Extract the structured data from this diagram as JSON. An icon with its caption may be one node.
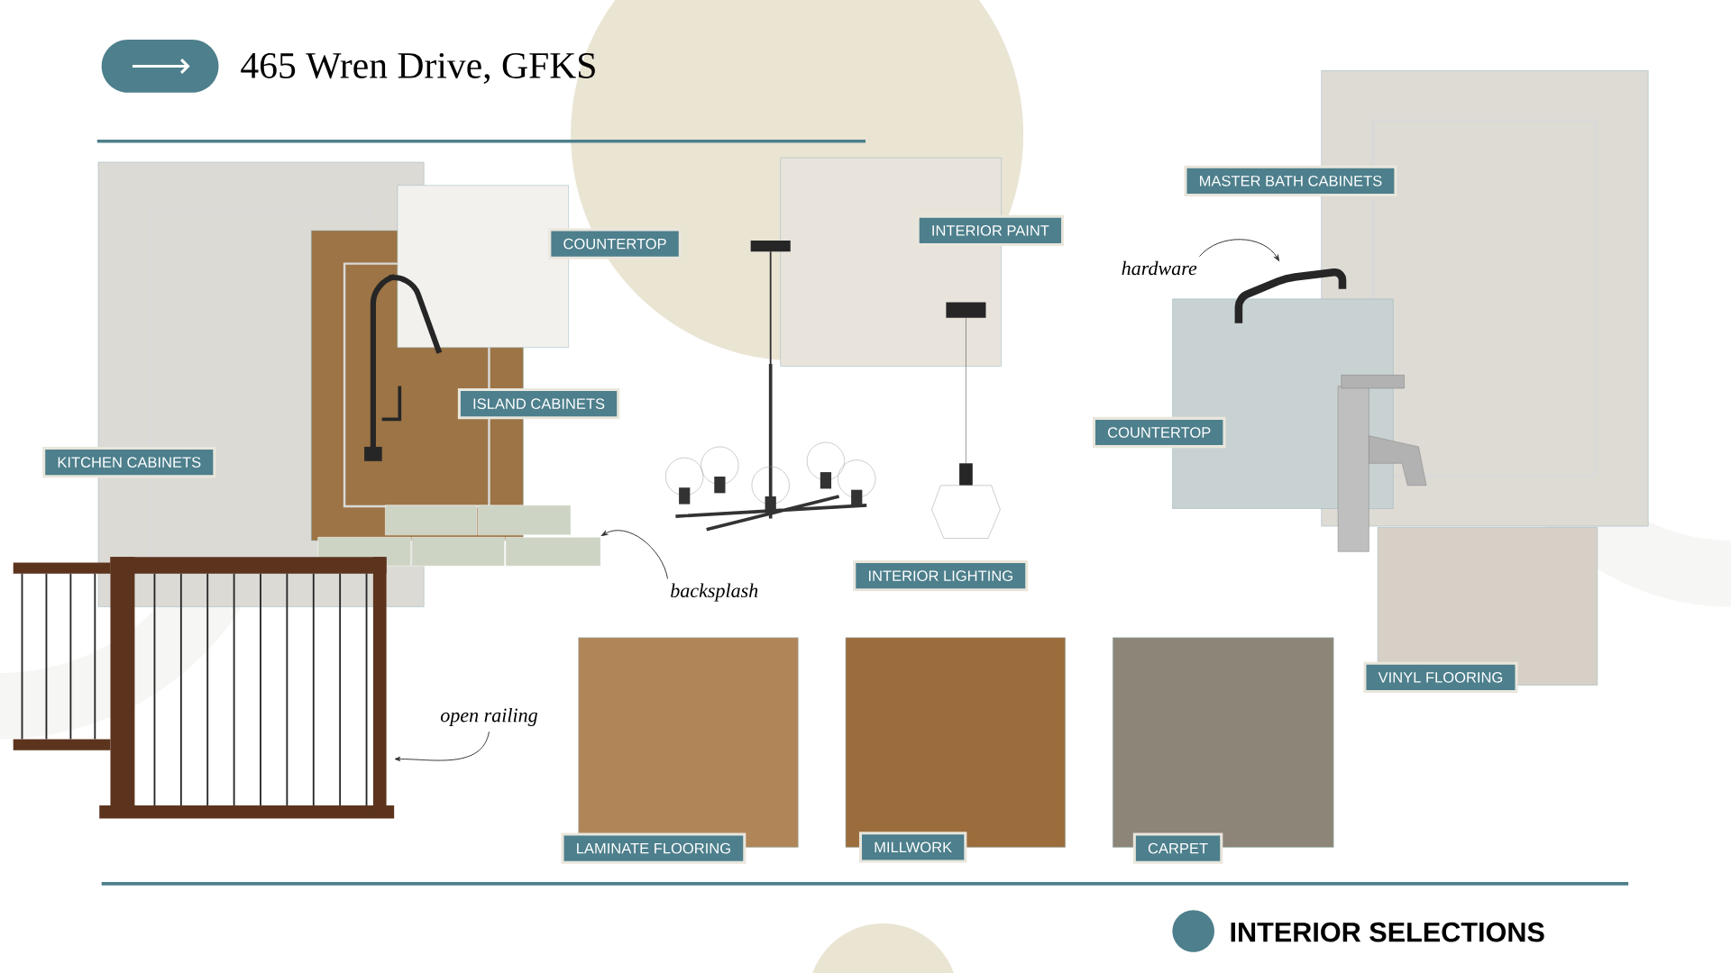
{
  "diagram": {
    "title": "465 Wren Drive, GFKS",
    "nodes": [
      {
        "text": [
          "KITCHEN CABINETS"
        ]
      },
      {
        "text": [
          "COUNTERTOP"
        ]
      },
      {
        "text": [
          "ISLAND CABINETS"
        ]
      },
      {
        "text": [
          "INTERIOR PAINT"
        ]
      },
      {
        "text": [
          "MASTER BATH CABINETS"
        ]
      },
      {
        "text": [
          "COUNTERTOP"
        ]
      },
      {
        "text": [
          "INTERIOR LIGHTING"
        ]
      },
      {
        "text": [
          "VINYL FLOORING"
        ]
      },
      {
        "text": [
          "LAMINATE FLOORING"
        ]
      },
      {
        "text": [
          "MILLWORK"
        ]
      },
      {
        "text": [
          "CARPET"
        ]
      },
      {
        "text": [
          "backsplash"
        ]
      },
      {
        "text": [],
        "shape": "picture"
      },
      {
        "text": [
          "open railing"
        ]
      },
      {
        "text": [],
        "shape": "picture"
      },
      {
        "text": [
          "hardware"
        ]
      },
      {
        "text": [],
        "shape": "picture"
      }
    ],
    "edges": [
      {
        "from": 11,
        "to": 12,
        "arrow": "to"
      },
      {
        "from": 13,
        "to": 14,
        "arrow": "to"
      },
      {
        "from": 15,
        "to": 16,
        "arrow": "to"
      }
    ],
    "labels": [
      "INTERIOR SELECTIONS"
    ]
  }
}
